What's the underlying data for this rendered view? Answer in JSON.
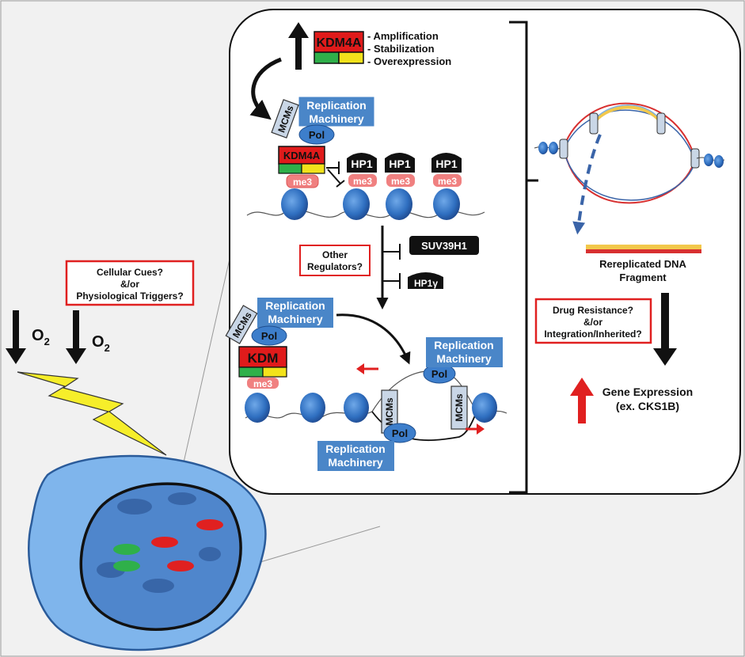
{
  "kdm4a_top": {
    "label": "KDM4A",
    "mechanisms": [
      "Amplification",
      "Stabilization",
      "Overexpression"
    ]
  },
  "complex_top": {
    "replication_line1": "Replication",
    "replication_line2": "Machinery",
    "mcms": "MCMs",
    "pol": "Pol",
    "kdm": "KDM4A",
    "me3": "me3"
  },
  "hp1_label": "HP1",
  "me3_label": "me3",
  "other_regulators": [
    "Other",
    "Regulators?"
  ],
  "suv39h1": "SUV39H1",
  "hp1g": "HP1γ",
  "complex_bottom": {
    "replication_line1": "Replication",
    "replication_line2": "Machinery",
    "mcms": "MCMs",
    "pol": "Pol",
    "kdm": "KDM",
    "me3": "me3"
  },
  "fork_right": {
    "replication_line1": "Replication",
    "replication_line2": "Machinery",
    "pol": "Pol",
    "mcms": "MCMs"
  },
  "fork_left": {
    "replication_line1": "Replication",
    "replication_line2": "Machinery",
    "pol": "Pol",
    "mcms": "MCMs"
  },
  "cues_box": [
    "Cellular Cues?",
    "&/or",
    "Physiological Triggers?"
  ],
  "o2_label": "O",
  "o2_sub": "2",
  "rereplicated": [
    "Rereplicated DNA",
    "Fragment"
  ],
  "drug_box": [
    "Drug Resistance?",
    "&/or",
    "Integration/Inherited?"
  ],
  "gene_expression": [
    "Gene Expression",
    "(ex. CKS1B)"
  ],
  "colors": {
    "kdm_red": "#e01b1b",
    "green": "#2fb04a",
    "yellow": "#f2e21b",
    "blue": "#3d7ecb",
    "dark": "#111111"
  }
}
